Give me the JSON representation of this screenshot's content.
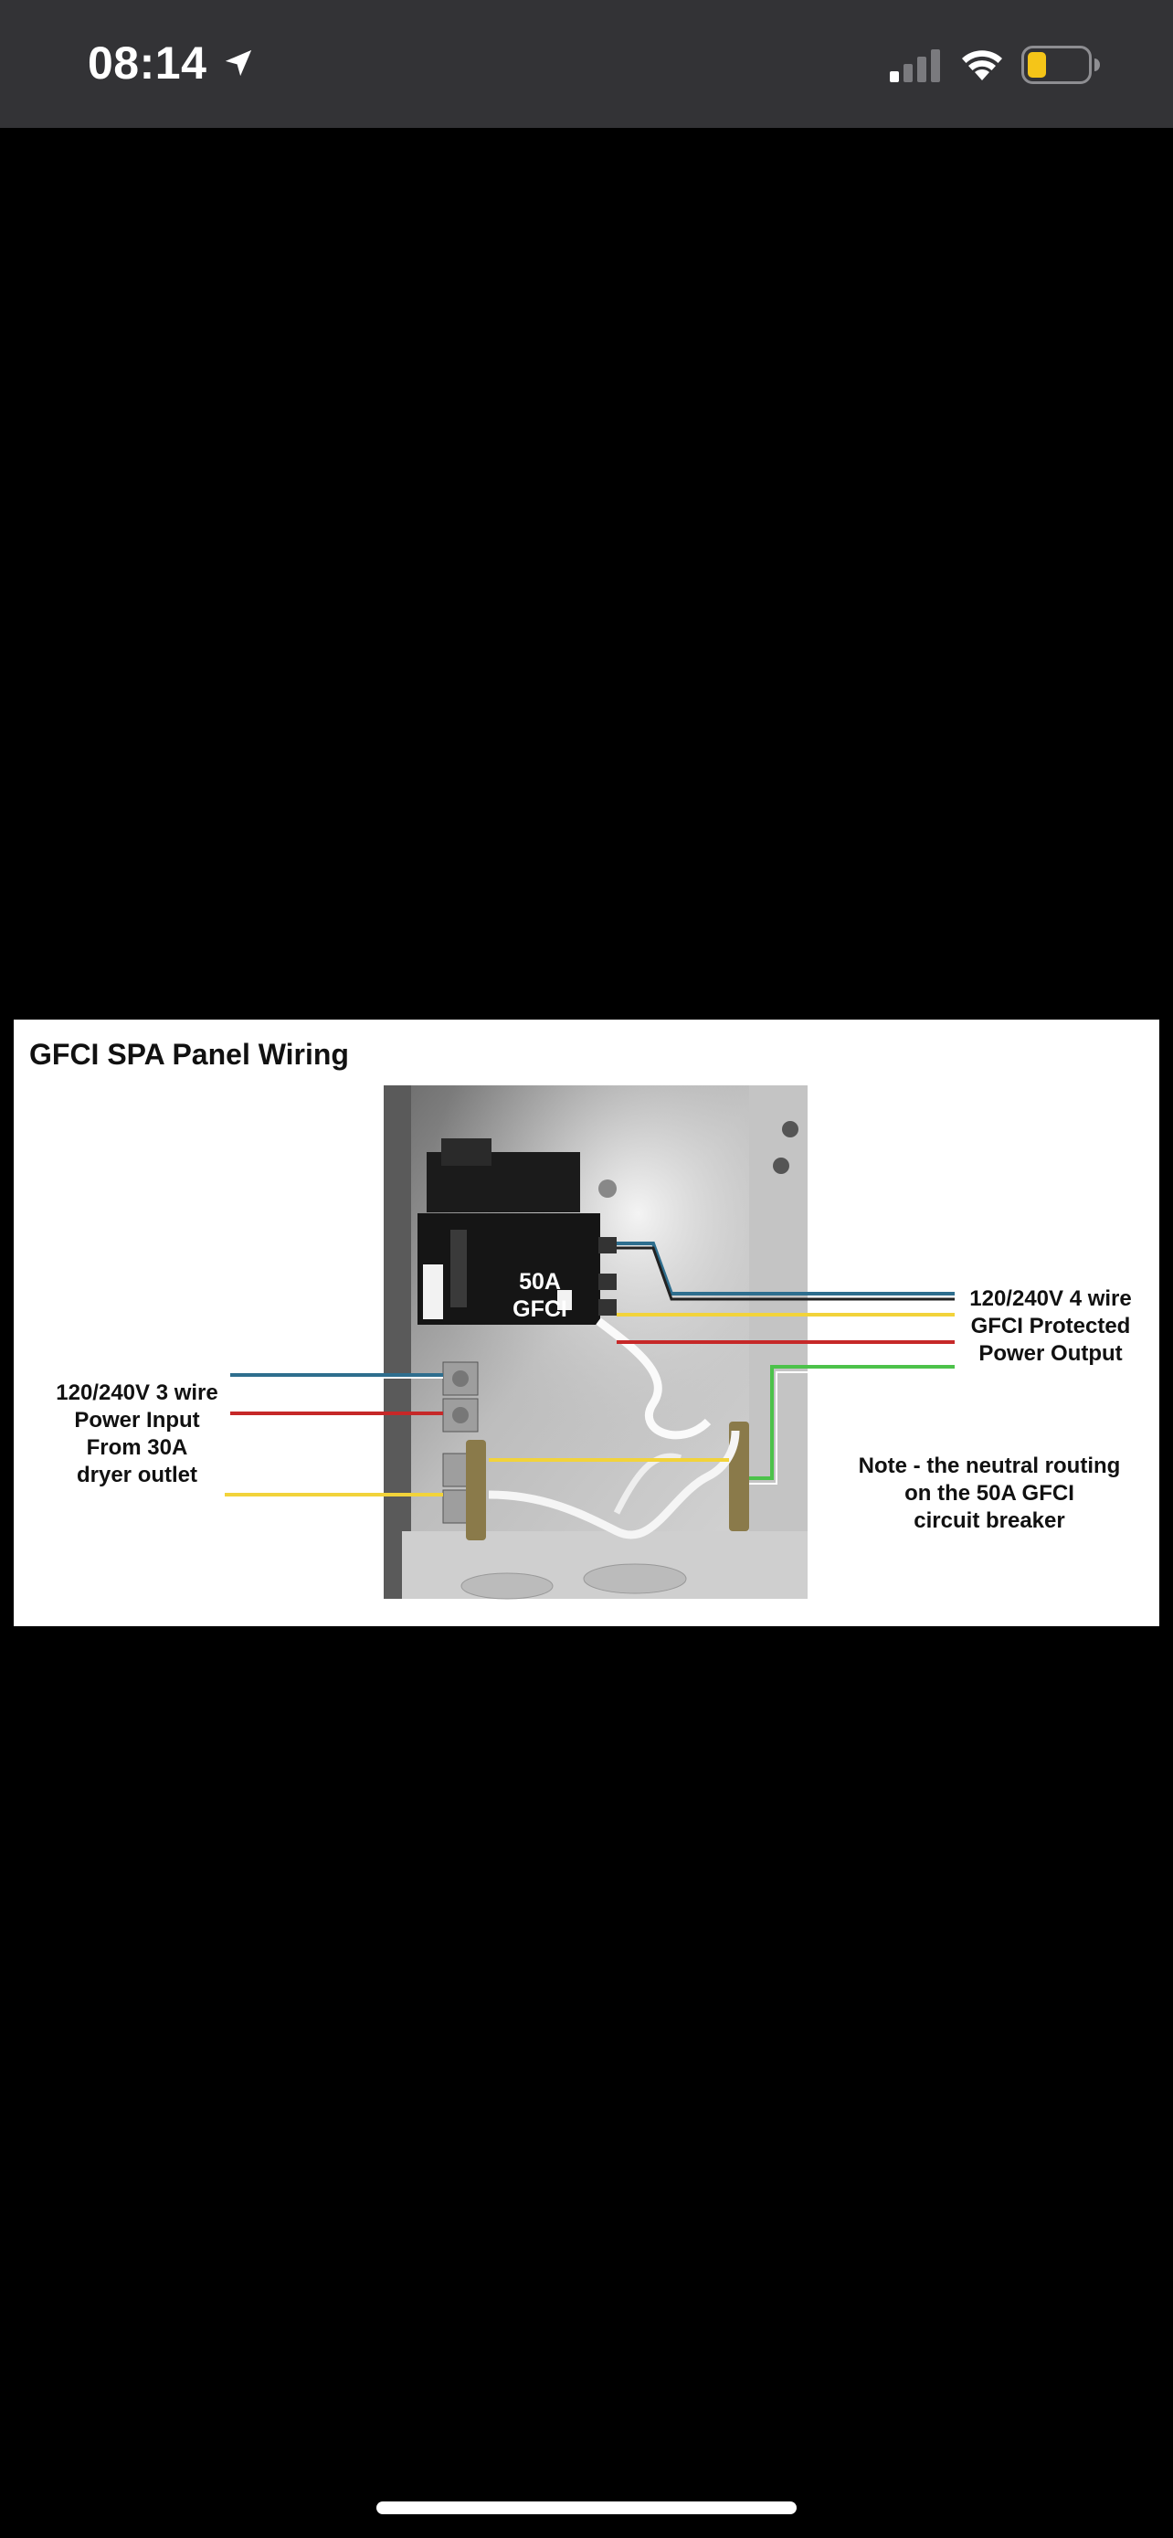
{
  "status_bar": {
    "time": "08:14",
    "icons": {
      "location": "location-arrow-icon",
      "signal": "cellular-signal-icon",
      "wifi": "wifi-icon",
      "battery": "battery-low-icon"
    },
    "battery_color": "#F5C518"
  },
  "photo": {
    "title": "GFCI SPA Panel Wiring",
    "breaker_label": [
      "50A",
      "GFCI"
    ],
    "input_label": [
      "120/240V 3 wire",
      "Power Input",
      "From 30A",
      "dryer outlet"
    ],
    "output_label": [
      "120/240V 4 wire",
      "GFCI Protected",
      "Power Output"
    ],
    "note": [
      "Note -  the neutral routing",
      "on the 50A GFCI",
      "circuit breaker"
    ],
    "wire_colors": {
      "blue": "#2E6E8E",
      "red": "#C62828",
      "yellow": "#F2D33A",
      "green": "#4CC24A",
      "white": "#FFFFFF"
    }
  }
}
